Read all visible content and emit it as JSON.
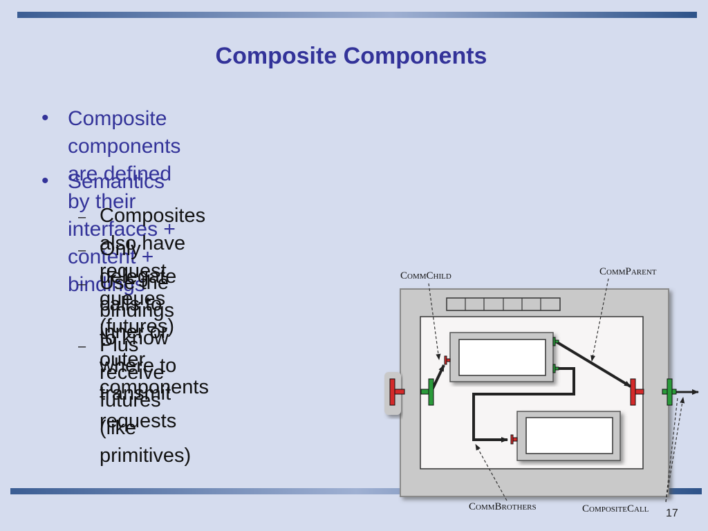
{
  "slide": {
    "title": "Composite Components",
    "page_number": "17"
  },
  "bullets": [
    {
      "marker": "•",
      "text_line1": "Composite components are defined by their interfaces +",
      "text_line2": "content + bindings"
    },
    {
      "marker": "•",
      "text_line1": "Semantics"
    }
  ],
  "sub_bullets": [
    {
      "marker": "–",
      "text_line1": "Composites also have request queues (futures)"
    },
    {
      "marker": "–",
      "text_line1": "Only delegate calls to inner or outer components"
    },
    {
      "marker": "–",
      "text_line1": "Use the bindings to know",
      "text_line2": "where to transmit requests"
    },
    {
      "marker": "–",
      "text_line1": "Plus receive futures",
      "text_line2": "(like primitives)"
    }
  ],
  "diagram": {
    "labels": {
      "comm_child": "CommChild",
      "comm_parent": "CommParent",
      "comm_brothers": "CommBrothers",
      "composite_call": "CompositeCall"
    },
    "colors": {
      "client_interface": "#d42a2a",
      "server_interface": "#2a9a3a",
      "component_frame": "#c8c8c8",
      "component_inner": "#ffffff",
      "arrow": "#222222"
    }
  }
}
